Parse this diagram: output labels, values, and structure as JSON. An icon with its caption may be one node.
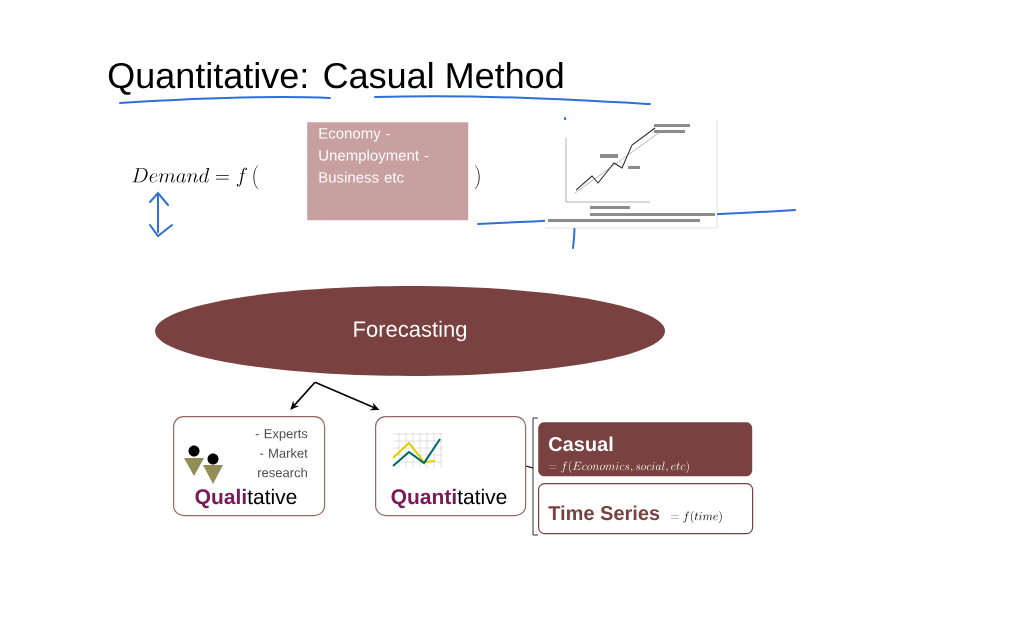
{
  "diagram": {
    "title": "Quantitative: Casual Method",
    "nodes": [
      {
        "text": [
          "Forecasting"
        ]
      },
      {
        "text": [
          "- Experts - Market research",
          "**Quali**tative"
        ]
      },
      {
        "text": [
          "**Quanti**tative"
        ]
      },
      {
        "text": [
          "Casual",
          "= f(Economics, social, etc)"
        ]
      },
      {
        "text": [
          "Time Series",
          "= f(time)"
        ]
      },
      {
        "text": [
          "Economy - Unemployment - Business etc"
        ]
      }
    ],
    "edges": [
      {
        "from": 0,
        "to": 1,
        "arrow": "to"
      },
      {
        "from": 0,
        "to": 2,
        "arrow": "to"
      },
      {
        "from": 2,
        "to": 3,
        "arrow": "none"
      },
      {
        "from": 2,
        "to": 4,
        "arrow": "none"
      }
    ],
    "labels": [
      "Demand = f\\,\\Bigg(",
      "\\Bigg)"
    ]
  }
}
